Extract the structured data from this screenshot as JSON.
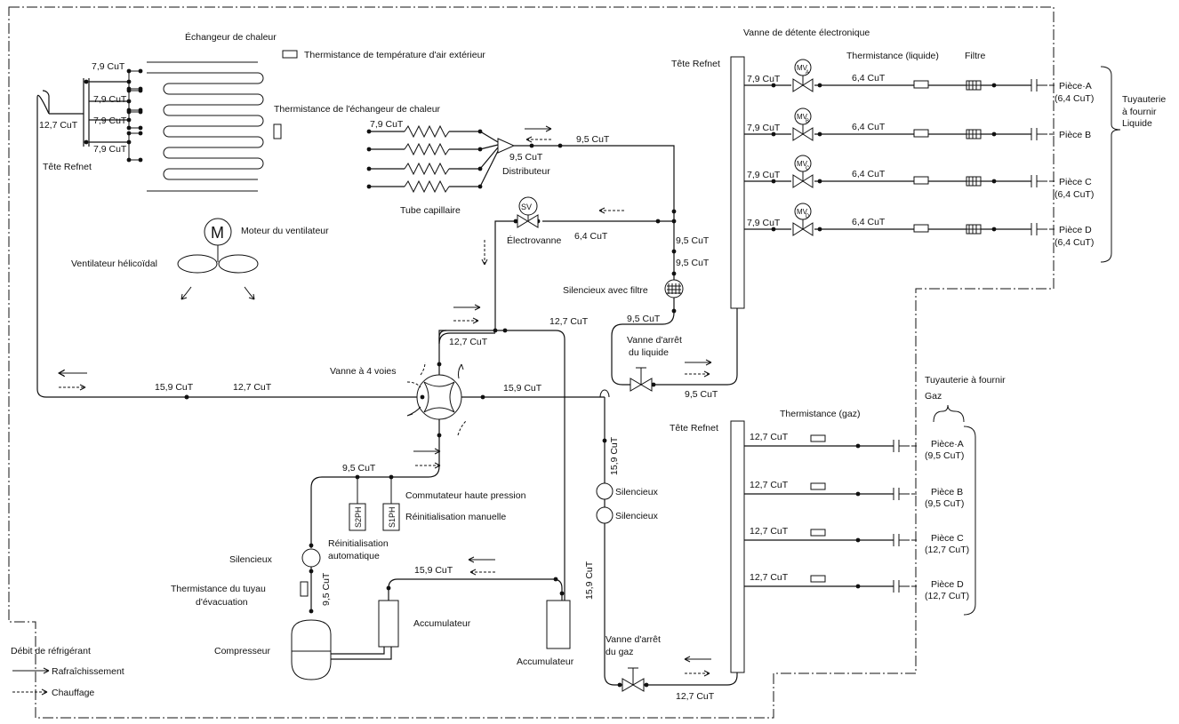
{
  "labels": {
    "heat_exchanger": "Échangeur de chaleur",
    "outdoor_thermistor": "Thermistance de température d'air extérieur",
    "hx_thermistor": "Thermistance de l'échangeur de chaleur",
    "refnet_head_left": "Tête Refnet",
    "fan_motor": "Moteur du ventilateur",
    "motor_symbol": "M",
    "propeller_fan": "Ventilateur hélicoïdal",
    "distributor": "Distributeur",
    "capillary_tube": "Tube capillaire",
    "solenoid_valve": "Électrovanne",
    "sv_symbol": "SV",
    "muffler_filter": "Silencieux avec filtre",
    "four_way_valve": "Vanne à 4 voies",
    "liquid_stop_valve_1": "Vanne d'arrêt",
    "liquid_stop_valve_2": "du liquide",
    "gas_stop_valve_1": "Vanne d'arrêt",
    "gas_stop_valve_2": "du gaz",
    "electronic_expansion_valve": "Vanne de détente électronique",
    "refnet_head_liquid": "Tête Refnet",
    "refnet_head_gas": "Tête Refnet",
    "thermistor_liquid": "Thermistance (liquide)",
    "filter": "Filtre",
    "thermistor_gas": "Thermistance (gaz)",
    "liquid_piping_1": "Tuyauterie",
    "liquid_piping_2": "à fournir",
    "liquid_piping_3": "Liquide",
    "gas_piping_1": "Tuyauterie à fournir",
    "gas_piping_2": "Gaz",
    "high_pressure_switch": "Commutateur haute pression",
    "manual_reset": "Réinitialisation manuelle",
    "auto_reset_1": "Réinitialisation",
    "auto_reset_2": "automatique",
    "s2ph": "S2PH",
    "s1ph": "S1PH",
    "muffler_left": "Silencieux",
    "muffler_right_1": "Silencieux",
    "muffler_right_2": "Silencieux",
    "discharge_thermistor_1": "Thermistance du tuyau",
    "discharge_thermistor_2": "d'évacuation",
    "compressor": "Compresseur",
    "accumulator_1": "Accumulateur",
    "accumulator_2": "Accumulateur",
    "legend_title": "Débit de réfrigérant",
    "legend_cooling": "Rafraîchissement",
    "legend_heating": "Chauffage"
  },
  "pipes": {
    "cu79": "7,9 CuT",
    "cu64": "6,4 CuT",
    "cu95": "9,5 CuT",
    "cu127": "12,7 CuT",
    "cu159": "15,9 CuT"
  },
  "rooms_liquid": [
    {
      "name": "Pièce·A",
      "size": "(6,4 CuT)",
      "mv": "MV",
      "sub": "A"
    },
    {
      "name": "Pièce B",
      "size": "",
      "mv": "MV",
      "sub": "B"
    },
    {
      "name": "Pièce C",
      "size": "(6,4 CuT)",
      "mv": "MV",
      "sub": "C"
    },
    {
      "name": "Pièce D",
      "size": "(6,4 CuT)",
      "mv": "MV",
      "sub": "D"
    }
  ],
  "rooms_gas": [
    {
      "name": "Pièce·A",
      "size": "(9,5 CuT)"
    },
    {
      "name": "Pièce B",
      "size": "(9,5 CuT)"
    },
    {
      "name": "Pièce C",
      "size": "(12,7 CuT)"
    },
    {
      "name": "Pièce D",
      "size": "(12,7 CuT)"
    }
  ]
}
